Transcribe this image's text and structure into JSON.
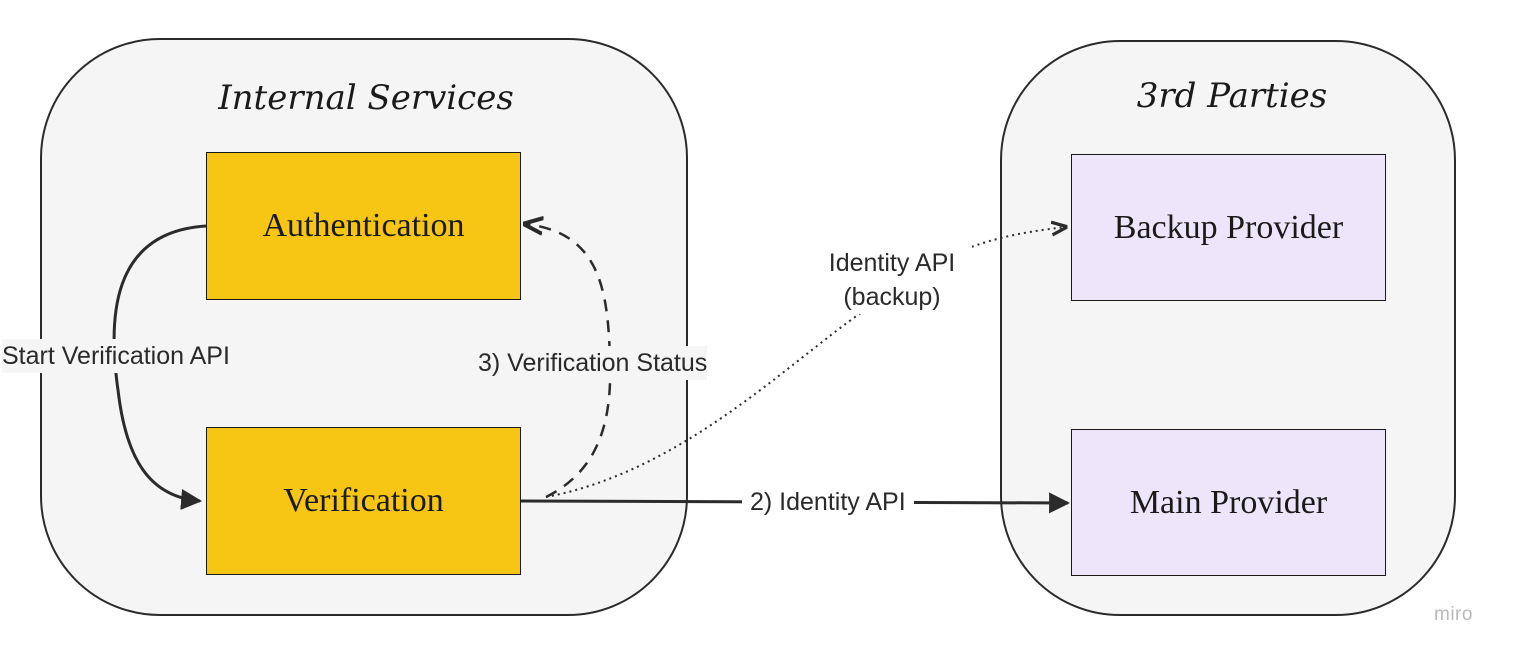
{
  "groups": {
    "internal": {
      "title": "Internal Services"
    },
    "third_parties": {
      "title": "3rd Parties"
    }
  },
  "nodes": {
    "authentication": "Authentication",
    "verification": "Verification",
    "backup_provider": "Backup Provider",
    "main_provider": "Main Provider"
  },
  "edges": {
    "start_verification": {
      "label": "Start Verification API",
      "style": "solid"
    },
    "verification_status": {
      "label": "3) Verification Status",
      "style": "dashed"
    },
    "identity_backup": {
      "label_line1": "Identity API",
      "label_line2": "(backup)",
      "style": "dotted"
    },
    "identity_main": {
      "label": "2) Identity API",
      "style": "solid"
    }
  },
  "colors": {
    "internal_node": "#f7c615",
    "external_node": "#ede6fb",
    "group_fill": "#f5f5f5",
    "line": "#2b2b2b"
  },
  "watermark": "miro"
}
